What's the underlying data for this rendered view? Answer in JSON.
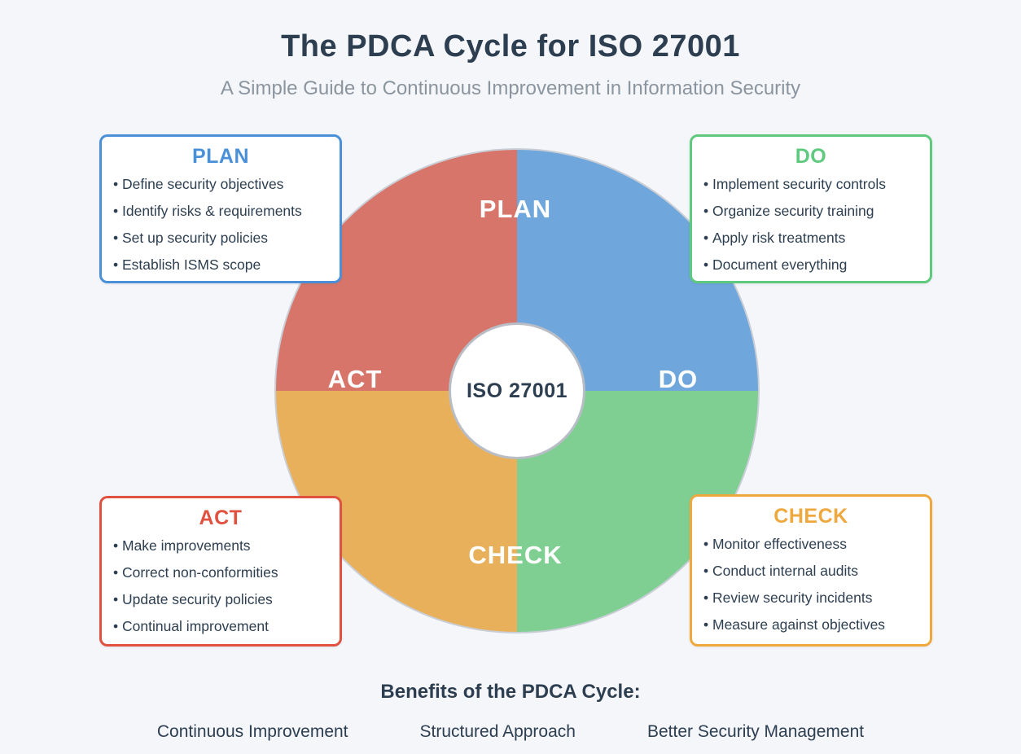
{
  "header": {
    "title": "The PDCA Cycle for ISO 27001",
    "subtitle": "A Simple Guide to Continuous Improvement in Information Security"
  },
  "wheel": {
    "center_label": "ISO 27001",
    "segments": [
      {
        "id": "plan",
        "label": "PLAN",
        "position": "top",
        "color": "#6FA7DC"
      },
      {
        "id": "do",
        "label": "DO",
        "position": "right",
        "color": "#80CF92"
      },
      {
        "id": "check",
        "label": "CHECK",
        "position": "bottom",
        "color": "#E9B05C"
      },
      {
        "id": "act",
        "label": "ACT",
        "position": "left",
        "color": "#D7756A"
      }
    ]
  },
  "boxes": {
    "plan": {
      "title": "PLAN",
      "items": [
        "Define security objectives",
        "Identify risks & requirements",
        "Set up security policies",
        "Establish ISMS scope"
      ]
    },
    "do": {
      "title": "DO",
      "items": [
        "Implement security controls",
        "Organize security training",
        "Apply risk treatments",
        "Document everything"
      ]
    },
    "act": {
      "title": "ACT",
      "items": [
        "Make improvements",
        "Correct non-conformities",
        "Update security policies",
        "Continual improvement"
      ]
    },
    "check": {
      "title": "CHECK",
      "items": [
        "Monitor effectiveness",
        "Conduct internal audits",
        "Review security incidents",
        "Measure against objectives"
      ]
    }
  },
  "benefits": {
    "title": "Benefits of the PDCA Cycle:",
    "items": [
      "Continuous Improvement",
      "Structured Approach",
      "Better Security Management"
    ]
  },
  "colors": {
    "background": "#F5F6FA",
    "heading": "#2C3E50",
    "subtitle": "#8B959F",
    "body_text": "#2C3E50",
    "plan_accent": "#4A90D8",
    "do_accent": "#5FC97E",
    "check_accent": "#EFA83E",
    "act_accent": "#E0513F",
    "quad_plan": "#6FA7DC",
    "quad_do": "#80CF92",
    "quad_check": "#E9B05C",
    "quad_act": "#D7756A",
    "wheel_edge": "#C9CED6",
    "hub_edge": "#B8BDC6",
    "hub_bg": "#FFFFFF",
    "box_bg": "#FFFFFF"
  }
}
